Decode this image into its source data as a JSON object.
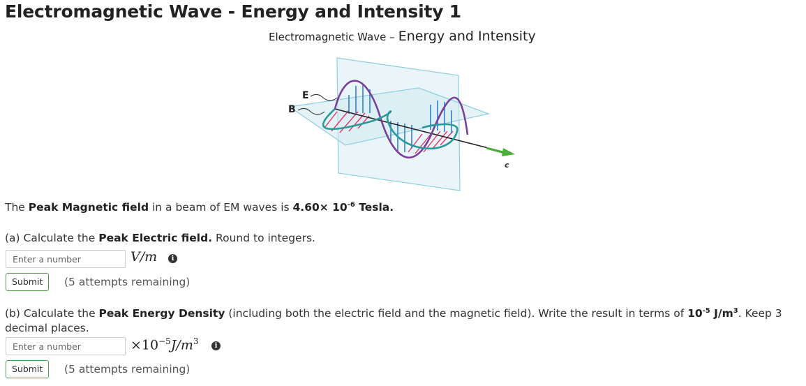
{
  "page": {
    "title": "Electromagnetic Wave - Energy and Intensity 1"
  },
  "figure": {
    "caption_small": "Electromagnetic Wave –",
    "caption_large": "Energy and Intensity",
    "label_e": "E",
    "label_b": "B",
    "label_c": "c"
  },
  "statement": {
    "pre": "The ",
    "bold1": "Peak Magnetic field",
    "mid": " in a beam of EM waves is ",
    "value": "4.60× 10",
    "exp": "-6",
    "unit": " Tesla."
  },
  "part_a": {
    "pre": "(a) Calculate the ",
    "bold": "Peak Electric field.",
    "post": " Round to integers.",
    "placeholder": "Enter a number",
    "unit_main": "V/m",
    "submit_label": "Submit",
    "attempts": "(5 attempts remaining)"
  },
  "part_b": {
    "pre": "(b) Calculate the ",
    "bold": "Peak Energy Density",
    "mid": " (including both the electric field and the magnetic field). Write the result in terms of ",
    "b_base": "10",
    "b_exp": "-5",
    "b_unit": " J/m",
    "b_unit_exp": "3",
    "post": ". Keep 3 decimal places.",
    "placeholder": "Enter a number",
    "unit_prefix": "×10",
    "unit_exp": "−5",
    "unit_main": "J/m",
    "unit_main_exp": "3",
    "submit_label": "Submit",
    "attempts": "(5 attempts remaining)"
  },
  "icons": {
    "info": "info-circle-icon"
  },
  "colors": {
    "submit_border": "#4a9d4a",
    "plane": "#bfe3ee",
    "e_field": "#7a3f9a",
    "b_field": "#2a9a9a",
    "arrow_c": "#4cae3a"
  }
}
